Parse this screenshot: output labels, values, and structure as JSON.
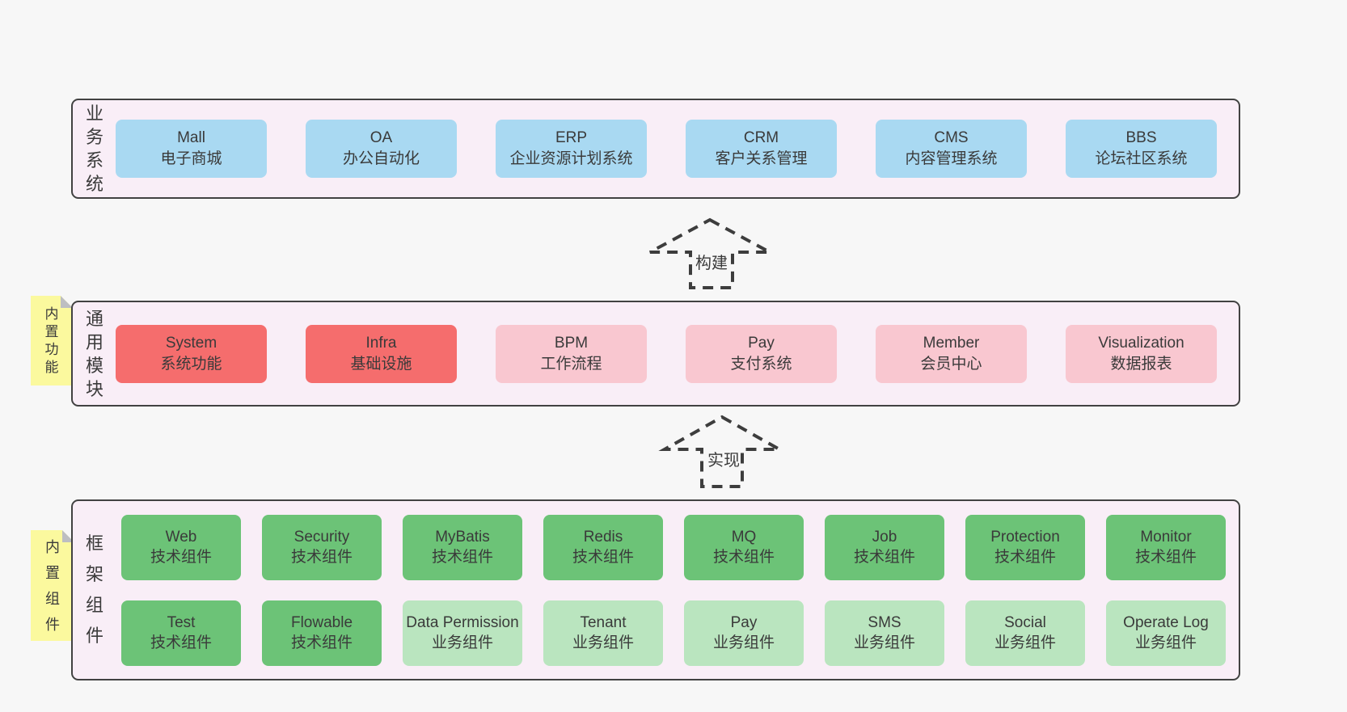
{
  "colors": {
    "page_bg": "#f7f7f7",
    "layer_bg": "#f9eef7",
    "layer_border": "#424242",
    "blue": "#a9d9f2",
    "red": "#f56d6d",
    "pink": "#f9c7d0",
    "green": "#6cc377",
    "light_green": "#bae5bf",
    "sticky_yellow": "#fbf99e",
    "fold_gray": "#bdbec2",
    "text": "#3a3a3a"
  },
  "layers": [
    {
      "id": "business",
      "title": "业务系统",
      "note": null,
      "rows": [
        [
          {
            "en": "Mall",
            "zh": "电子商城",
            "variant": "blue"
          },
          {
            "en": "OA",
            "zh": "办公自动化",
            "variant": "blue"
          },
          {
            "en": "ERP",
            "zh": "企业资源计划系统",
            "variant": "blue"
          },
          {
            "en": "CRM",
            "zh": "客户关系管理",
            "variant": "blue"
          },
          {
            "en": "CMS",
            "zh": "内容管理系统",
            "variant": "blue"
          },
          {
            "en": "BBS",
            "zh": "论坛社区系统",
            "variant": "blue"
          }
        ]
      ]
    },
    {
      "id": "modules",
      "title": "通用模块",
      "note": "内置功能",
      "rows": [
        [
          {
            "en": "System",
            "zh": "系统功能",
            "variant": "red"
          },
          {
            "en": "Infra",
            "zh": "基础设施",
            "variant": "red"
          },
          {
            "en": "BPM",
            "zh": "工作流程",
            "variant": "pink"
          },
          {
            "en": "Pay",
            "zh": "支付系统",
            "variant": "pink"
          },
          {
            "en": "Member",
            "zh": "会员中心",
            "variant": "pink"
          },
          {
            "en": "Visualization",
            "zh": "数据报表",
            "variant": "pink"
          }
        ]
      ]
    },
    {
      "id": "components",
      "title": "框架组件",
      "note": "内置组件",
      "rows": [
        [
          {
            "en": "Web",
            "zh": "技术组件",
            "variant": "green"
          },
          {
            "en": "Security",
            "zh": "技术组件",
            "variant": "green"
          },
          {
            "en": "MyBatis",
            "zh": "技术组件",
            "variant": "green"
          },
          {
            "en": "Redis",
            "zh": "技术组件",
            "variant": "green"
          },
          {
            "en": "MQ",
            "zh": "技术组件",
            "variant": "green"
          },
          {
            "en": "Job",
            "zh": "技术组件",
            "variant": "green"
          },
          {
            "en": "Protection",
            "zh": "技术组件",
            "variant": "green"
          },
          {
            "en": "Monitor",
            "zh": "技术组件",
            "variant": "green"
          }
        ],
        [
          {
            "en": "Test",
            "zh": "技术组件",
            "variant": "green"
          },
          {
            "en": "Flowable",
            "zh": "技术组件",
            "variant": "green"
          },
          {
            "en": "Data Permission",
            "zh": "业务组件",
            "variant": "light_green"
          },
          {
            "en": "Tenant",
            "zh": "业务组件",
            "variant": "light_green"
          },
          {
            "en": "Pay",
            "zh": "业务组件",
            "variant": "light_green"
          },
          {
            "en": "SMS",
            "zh": "业务组件",
            "variant": "light_green"
          },
          {
            "en": "Social",
            "zh": "业务组件",
            "variant": "light_green"
          },
          {
            "en": "Operate Log",
            "zh": "业务组件",
            "variant": "light_green"
          }
        ]
      ]
    }
  ],
  "arrows": [
    {
      "label": "构建"
    },
    {
      "label": "实现"
    }
  ]
}
